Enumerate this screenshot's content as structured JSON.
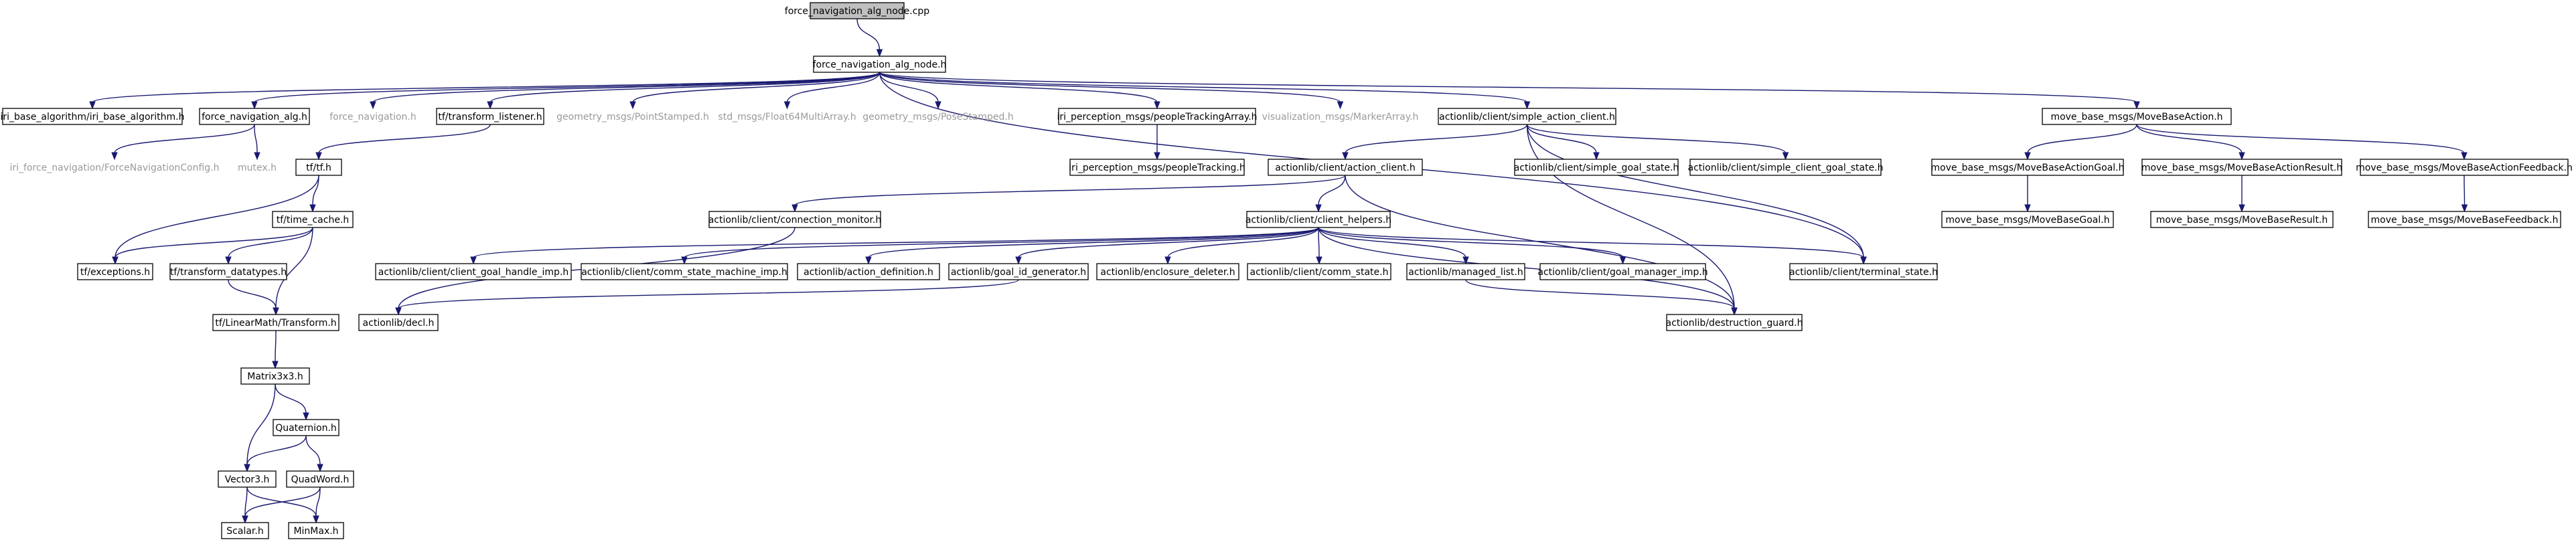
{
  "diagram": {
    "type": "include-dependency-graph",
    "colors": {
      "edge": "#191970",
      "root_fill": "#bfbfbf",
      "external_text": "#9a9a9a",
      "node_border": "#000000"
    },
    "nodes": [
      {
        "id": "root",
        "label": "force_navigation_alg_node.cpp",
        "style": "root"
      },
      {
        "id": "fnanh",
        "label": "force_navigation_alg_node.h",
        "style": "box"
      },
      {
        "id": "iribase",
        "label": "iri_base_algorithm/iri_base_algorithm.h",
        "style": "box"
      },
      {
        "id": "fnalg",
        "label": "force_navigation_alg.h",
        "style": "box"
      },
      {
        "id": "fnav",
        "label": "force_navigation.h",
        "style": "external"
      },
      {
        "id": "tflistener",
        "label": "tf/transform_listener.h",
        "style": "box"
      },
      {
        "id": "geopt",
        "label": "geometry_msgs/PointStamped.h",
        "style": "external"
      },
      {
        "id": "stdf64",
        "label": "std_msgs/Float64MultiArray.h",
        "style": "external"
      },
      {
        "id": "geopose",
        "label": "geometry_msgs/PoseStamped.h",
        "style": "external"
      },
      {
        "id": "iripta",
        "label": "iri_perception_msgs/peopleTrackingArray.h",
        "style": "box"
      },
      {
        "id": "vizma",
        "label": "visualization_msgs/MarkerArray.h",
        "style": "external"
      },
      {
        "id": "sac",
        "label": "actionlib/client/simple_action_client.h",
        "style": "box"
      },
      {
        "id": "mbaction",
        "label": "move_base_msgs/MoveBaseAction.h",
        "style": "box"
      },
      {
        "id": "irifncfg",
        "label": "iri_force_navigation/ForceNavigationConfig.h",
        "style": "external"
      },
      {
        "id": "mutex",
        "label": "mutex.h",
        "style": "external"
      },
      {
        "id": "tftf",
        "label": "tf/tf.h",
        "style": "box"
      },
      {
        "id": "iript",
        "label": "iri_perception_msgs/peopleTracking.h",
        "style": "box"
      },
      {
        "id": "ac",
        "label": "actionlib/client/action_client.h",
        "style": "box"
      },
      {
        "id": "sgs",
        "label": "actionlib/client/simple_goal_state.h",
        "style": "box"
      },
      {
        "id": "scgs",
        "label": "actionlib/client/simple_client_goal_state.h",
        "style": "box"
      },
      {
        "id": "mbag",
        "label": "move_base_msgs/MoveBaseActionGoal.h",
        "style": "box"
      },
      {
        "id": "mbar",
        "label": "move_base_msgs/MoveBaseActionResult.h",
        "style": "box"
      },
      {
        "id": "mbaf",
        "label": "move_base_msgs/MoveBaseActionFeedback.h",
        "style": "box"
      },
      {
        "id": "mbg",
        "label": "move_base_msgs/MoveBaseGoal.h",
        "style": "box"
      },
      {
        "id": "mbr",
        "label": "move_base_msgs/MoveBaseResult.h",
        "style": "box"
      },
      {
        "id": "mbf",
        "label": "move_base_msgs/MoveBaseFeedback.h",
        "style": "box"
      },
      {
        "id": "tfcache",
        "label": "tf/time_cache.h",
        "style": "box"
      },
      {
        "id": "connmon",
        "label": "actionlib/client/connection_monitor.h",
        "style": "box"
      },
      {
        "id": "helpers",
        "label": "actionlib/client/client_helpers.h",
        "style": "box"
      },
      {
        "id": "tfexc",
        "label": "tf/exceptions.h",
        "style": "box"
      },
      {
        "id": "tfdt",
        "label": "tf/transform_datatypes.h",
        "style": "box"
      },
      {
        "id": "cghimp",
        "label": "actionlib/client/client_goal_handle_imp.h",
        "style": "box"
      },
      {
        "id": "csmimp",
        "label": "actionlib/client/comm_state_machine_imp.h",
        "style": "box"
      },
      {
        "id": "actdef",
        "label": "actionlib/action_definition.h",
        "style": "box"
      },
      {
        "id": "gidgen",
        "label": "actionlib/goal_id_generator.h",
        "style": "box"
      },
      {
        "id": "encdel",
        "label": "actionlib/enclosure_deleter.h",
        "style": "box"
      },
      {
        "id": "commstate",
        "label": "actionlib/client/comm_state.h",
        "style": "box"
      },
      {
        "id": "mlist",
        "label": "actionlib/managed_list.h",
        "style": "box"
      },
      {
        "id": "gmimp",
        "label": "actionlib/client/goal_manager_imp.h",
        "style": "box"
      },
      {
        "id": "termstate",
        "label": "actionlib/client/terminal_state.h",
        "style": "box"
      },
      {
        "id": "tflmt",
        "label": "tf/LinearMath/Transform.h",
        "style": "box"
      },
      {
        "id": "decl",
        "label": "actionlib/decl.h",
        "style": "box"
      },
      {
        "id": "dguard",
        "label": "actionlib/destruction_guard.h",
        "style": "box"
      },
      {
        "id": "mat3",
        "label": "Matrix3x3.h",
        "style": "box"
      },
      {
        "id": "quat",
        "label": "Quaternion.h",
        "style": "box"
      },
      {
        "id": "vec3",
        "label": "Vector3.h",
        "style": "box"
      },
      {
        "id": "qword",
        "label": "QuadWord.h",
        "style": "box"
      },
      {
        "id": "scalar",
        "label": "Scalar.h",
        "style": "box"
      },
      {
        "id": "minmax",
        "label": "MinMax.h",
        "style": "box"
      }
    ],
    "edges": [
      [
        "root",
        "fnanh"
      ],
      [
        "fnanh",
        "iribase"
      ],
      [
        "fnanh",
        "fnalg"
      ],
      [
        "fnanh",
        "fnav"
      ],
      [
        "fnanh",
        "tflistener"
      ],
      [
        "fnanh",
        "geopt"
      ],
      [
        "fnanh",
        "stdf64"
      ],
      [
        "fnanh",
        "geopose"
      ],
      [
        "fnanh",
        "iripta"
      ],
      [
        "fnanh",
        "vizma"
      ],
      [
        "fnanh",
        "sac"
      ],
      [
        "fnanh",
        "mbaction"
      ],
      [
        "fnanh",
        "termstate"
      ],
      [
        "fnalg",
        "irifncfg"
      ],
      [
        "fnalg",
        "mutex"
      ],
      [
        "tflistener",
        "tftf"
      ],
      [
        "iripta",
        "iript"
      ],
      [
        "sac",
        "ac"
      ],
      [
        "sac",
        "sgs"
      ],
      [
        "sac",
        "scgs"
      ],
      [
        "sac",
        "dguard"
      ],
      [
        "sac",
        "termstate"
      ],
      [
        "mbaction",
        "mbag"
      ],
      [
        "mbaction",
        "mbar"
      ],
      [
        "mbaction",
        "mbaf"
      ],
      [
        "mbag",
        "mbg"
      ],
      [
        "mbar",
        "mbr"
      ],
      [
        "mbaf",
        "mbf"
      ],
      [
        "tftf",
        "tfexc"
      ],
      [
        "tftf",
        "tfcache"
      ],
      [
        "ac",
        "connmon"
      ],
      [
        "ac",
        "helpers"
      ],
      [
        "ac",
        "dguard"
      ],
      [
        "tfcache",
        "tfexc"
      ],
      [
        "tfcache",
        "tfdt"
      ],
      [
        "tfcache",
        "tflmt"
      ],
      [
        "connmon",
        "decl"
      ],
      [
        "helpers",
        "cghimp"
      ],
      [
        "helpers",
        "csmimp"
      ],
      [
        "helpers",
        "actdef"
      ],
      [
        "helpers",
        "gidgen"
      ],
      [
        "helpers",
        "encdel"
      ],
      [
        "helpers",
        "commstate"
      ],
      [
        "helpers",
        "mlist"
      ],
      [
        "helpers",
        "gmimp"
      ],
      [
        "helpers",
        "termstate"
      ],
      [
        "helpers",
        "dguard"
      ],
      [
        "tfdt",
        "tflmt"
      ],
      [
        "gidgen",
        "decl"
      ],
      [
        "mlist",
        "dguard"
      ],
      [
        "tflmt",
        "mat3"
      ],
      [
        "mat3",
        "quat"
      ],
      [
        "mat3",
        "vec3"
      ],
      [
        "quat",
        "vec3"
      ],
      [
        "quat",
        "qword"
      ],
      [
        "vec3",
        "scalar"
      ],
      [
        "vec3",
        "minmax"
      ],
      [
        "qword",
        "scalar"
      ],
      [
        "qword",
        "minmax"
      ]
    ]
  }
}
